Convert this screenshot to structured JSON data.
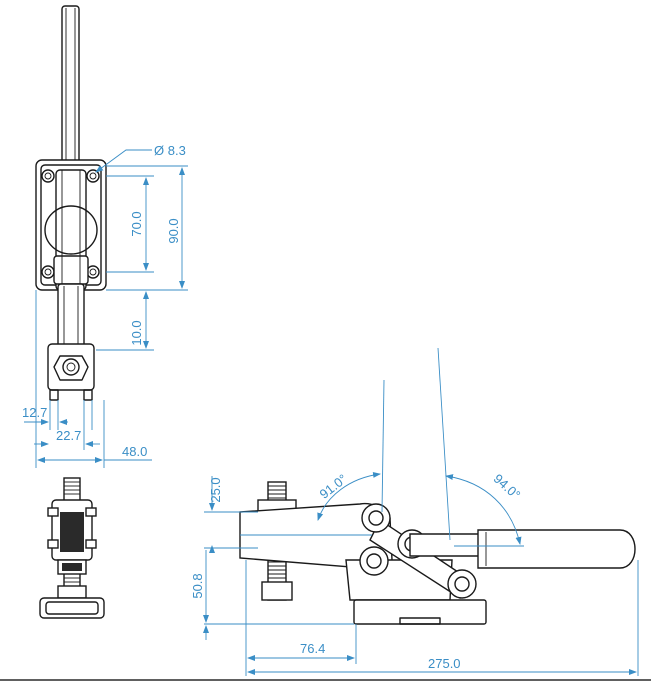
{
  "dimensions": {
    "hole_dia": "Ø 8.3",
    "hole_spacing": "70.0",
    "base_height": "90.0",
    "offset": "10.0",
    "foot_width": "12.7",
    "foot_spacing": "22.7",
    "total_width": "48.0",
    "spindle_height": "25.0",
    "base_height_side": "50.8",
    "spindle_reach": "76.4",
    "total_length": "275.0",
    "open_angle_arm": "91.0°",
    "open_angle_handle": "94.0°"
  },
  "colors": {
    "dimension": "#3a8ec6",
    "outline": "#1a1a1a"
  }
}
